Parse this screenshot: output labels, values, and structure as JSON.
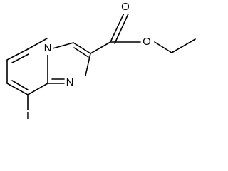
{
  "structure": {
    "atoms": {
      "n_bridge": "N",
      "n_ring": "N",
      "o_carbonyl": "O",
      "o_ester": "O",
      "iodine": "I"
    }
  }
}
